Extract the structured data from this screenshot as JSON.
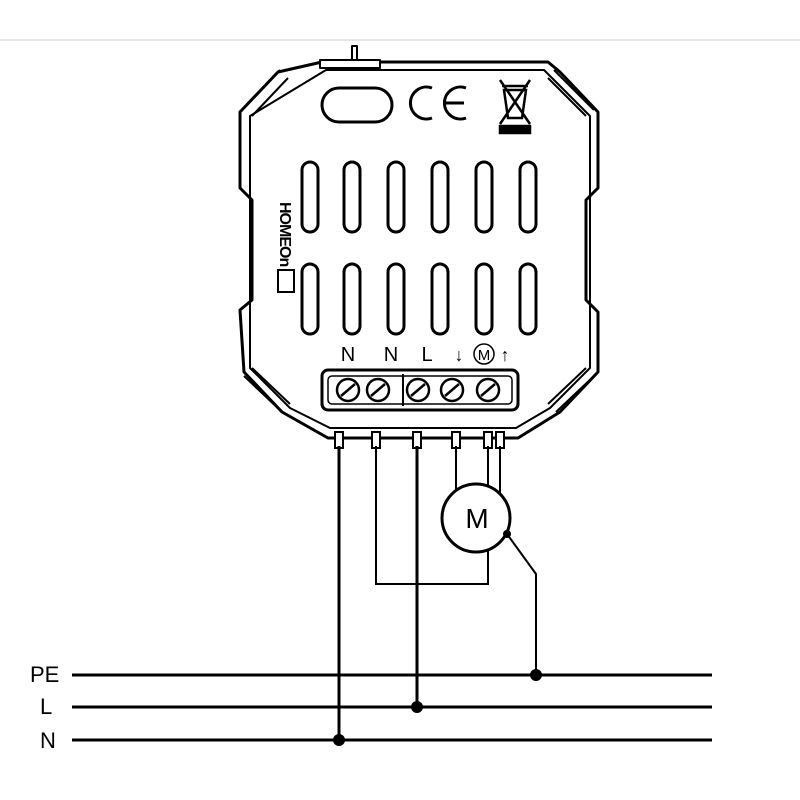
{
  "device": {
    "brand": "HOMEOn",
    "marks": [
      "CE",
      "WEEE"
    ],
    "terminal_labels": [
      "N",
      "N",
      "L",
      "↓",
      "M",
      "↑"
    ],
    "motor_label": "M"
  },
  "bus_lines": [
    {
      "label": "PE"
    },
    {
      "label": "L"
    },
    {
      "label": "N"
    }
  ],
  "colors": {
    "ink": "#000000",
    "background": "#ffffff",
    "header_rule": "#cccccc"
  }
}
